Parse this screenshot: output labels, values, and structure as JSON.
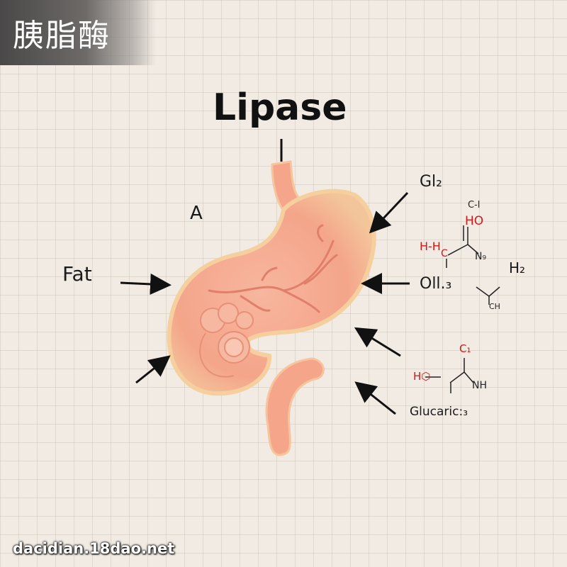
{
  "header": {
    "title": "胰脂酶"
  },
  "diagram": {
    "title": "Lipase",
    "labels": {
      "a": "A",
      "fat": "Fat",
      "gl2": "Gl₂",
      "oil3": "Oll.₃",
      "h2": "H₂",
      "glucaric": "Glucaric:₃"
    },
    "chem": {
      "c1": "C-l",
      "ho": "HO",
      "hh": "H-H",
      "cmid": "C",
      "ng": "N₉",
      "ch": "CH",
      "c2": "C₁",
      "hex": "H⬡",
      "nh": "NH"
    },
    "colors": {
      "stomach_fill": "#f4a58a",
      "stomach_edge": "#f9cf9e",
      "vessel": "#e58a74",
      "arrow": "#111111",
      "chem_red": "#d01818"
    },
    "icons": [
      "stomach-illustration",
      "arrow-icon"
    ]
  },
  "watermark": "dacidian.18dao.net"
}
